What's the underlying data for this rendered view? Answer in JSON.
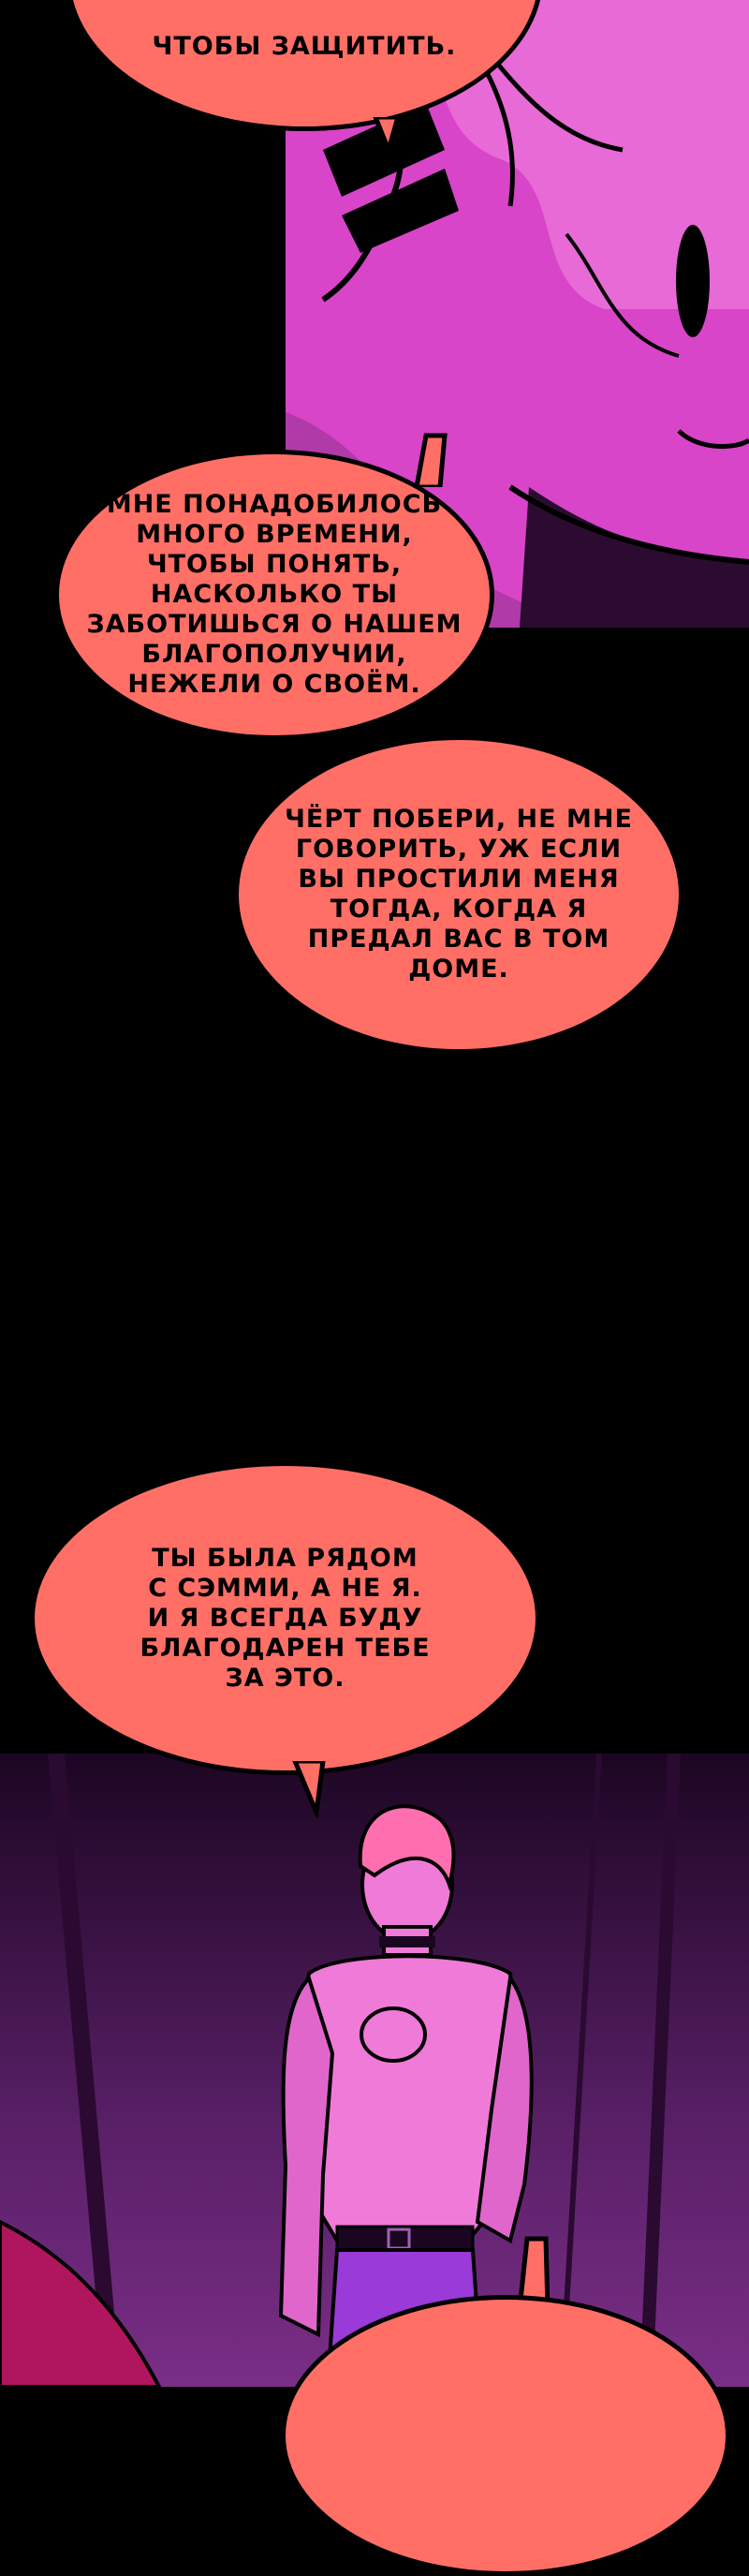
{
  "colors": {
    "bubble_fill": "#ff6f66",
    "background": "#000000",
    "panel1_magenta": "#d845c8",
    "panel2_purple": "#4a1a55"
  },
  "bubbles": [
    {
      "id": "b0",
      "lines": [
        "чтобы защитить."
      ]
    },
    {
      "id": "b1",
      "lines": [
        "мне понадобилось",
        "много времени,",
        "чтобы понять,",
        "насколько ты",
        "заботишься о нашем",
        "благополучии,",
        "нежели о своём."
      ]
    },
    {
      "id": "b2",
      "lines": [
        "чёрт побери, не мне",
        "говорить, уж если",
        "вы простили меня",
        "тогда, когда я",
        "предал вас в том",
        "доме."
      ]
    },
    {
      "id": "b3",
      "lines": [
        "ты была рядом",
        "с сэмми, а не я.",
        "и я всегда буду",
        "благодарен тебе",
        "за это."
      ]
    }
  ]
}
